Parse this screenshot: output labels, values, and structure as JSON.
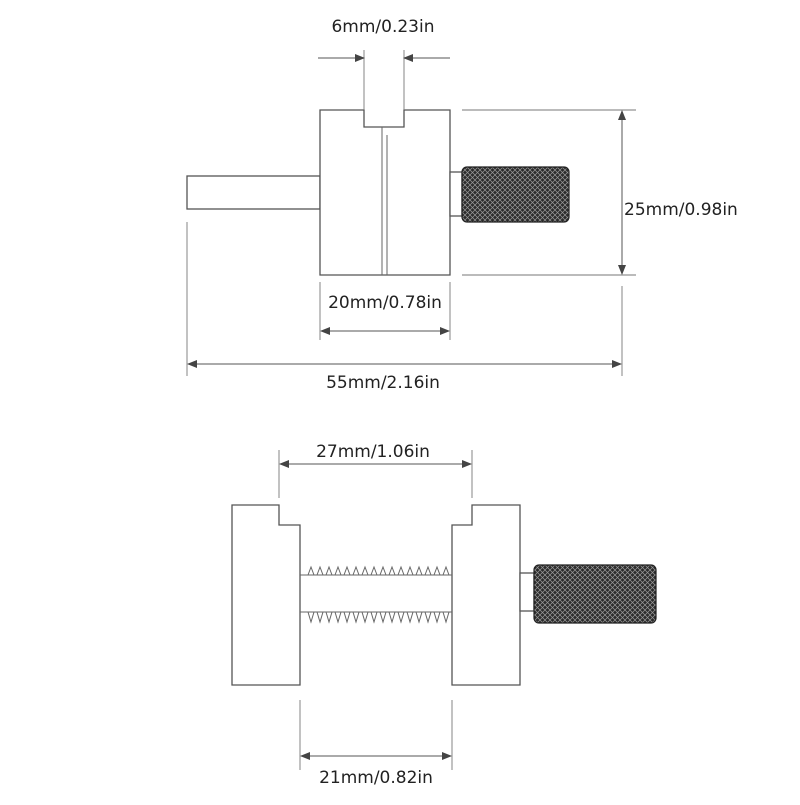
{
  "top_view": {
    "slot_width_label": "6mm/0.23in",
    "height_label": "25mm/0.98in",
    "block_width_label": "20mm/0.78in",
    "total_length_label": "55mm/2.16in"
  },
  "bottom_view": {
    "opening_label": "27mm/1.06in",
    "inner_gap_label": "21mm/0.82in"
  },
  "colors": {
    "line": "#555555",
    "knob": "#2a2a2a",
    "background": "#ffffff"
  }
}
